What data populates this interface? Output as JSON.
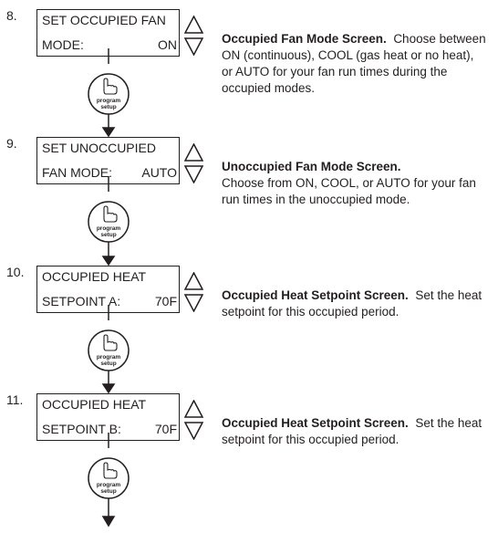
{
  "steps": [
    {
      "number": "8.",
      "line1": "SET OCCUPIED FAN",
      "line2": "MODE:",
      "value": "ON",
      "button_line1": "program",
      "button_line2": "setup",
      "title": "Occupied Fan Mode Screen.",
      "body": "Choose between ON (continuous), COOL (gas heat or no heat), or AUTO for your fan run times during the occupied modes."
    },
    {
      "number": "9.",
      "line1": "SET UNOCCUPIED",
      "line2": "FAN MODE:",
      "value": "AUTO",
      "button_line1": "program",
      "button_line2": "setup",
      "title": "Unoccupied Fan Mode Screen.",
      "body": "Choose from ON, COOL, or AUTO for your fan run times in the unoccupied mode."
    },
    {
      "number": "10.",
      "line1": "OCCUPIED HEAT",
      "line2": "SETPOINT A:",
      "value": "70F",
      "button_line1": "program",
      "button_line2": "setup",
      "title": "Occupied Heat Setpoint Screen.",
      "body": "Set the heat setpoint for this occupied period."
    },
    {
      "number": "11.",
      "line1": "OCCUPIED HEAT",
      "line2": "SETPOINT B:",
      "value": "70F",
      "button_line1": "program",
      "button_line2": "setup",
      "title": "Occupied Heat Setpoint Screen.",
      "body": "Set the heat setpoint for this occupied period."
    }
  ],
  "colors": {
    "ink": "#231f20",
    "background": "#ffffff"
  },
  "icons": [
    "up-down-arrow-icon",
    "pointing-hand-icon",
    "down-arrow-icon"
  ]
}
